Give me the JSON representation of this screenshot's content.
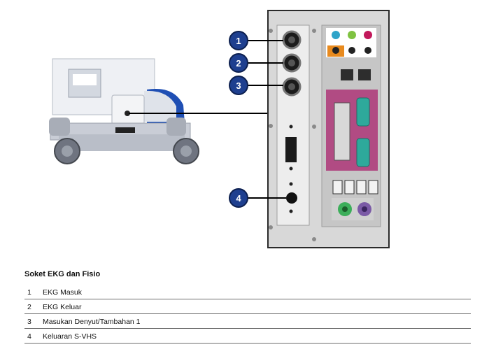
{
  "callouts": [
    "1",
    "2",
    "3",
    "4"
  ],
  "legend": {
    "title": "Soket EKG dan Fisio",
    "rows": [
      {
        "num": "1",
        "label": "EKG Masuk"
      },
      {
        "num": "2",
        "label": "EKG Keluar"
      },
      {
        "num": "3",
        "label": "Masukan Denyut/Tambahan 1"
      },
      {
        "num": "4",
        "label": "Keluaran S-VHS"
      }
    ]
  },
  "colors": {
    "callout_fill": "#1e3f8f",
    "panel_frame": "#2a2a2a",
    "port_orange": "#e88a1e",
    "port_green": "#7fc241",
    "port_pink": "#c2185b",
    "ps2_green": "#3cae5a",
    "ps2_purple": "#7b5aa6",
    "cart_blue": "#1f4fb4"
  }
}
